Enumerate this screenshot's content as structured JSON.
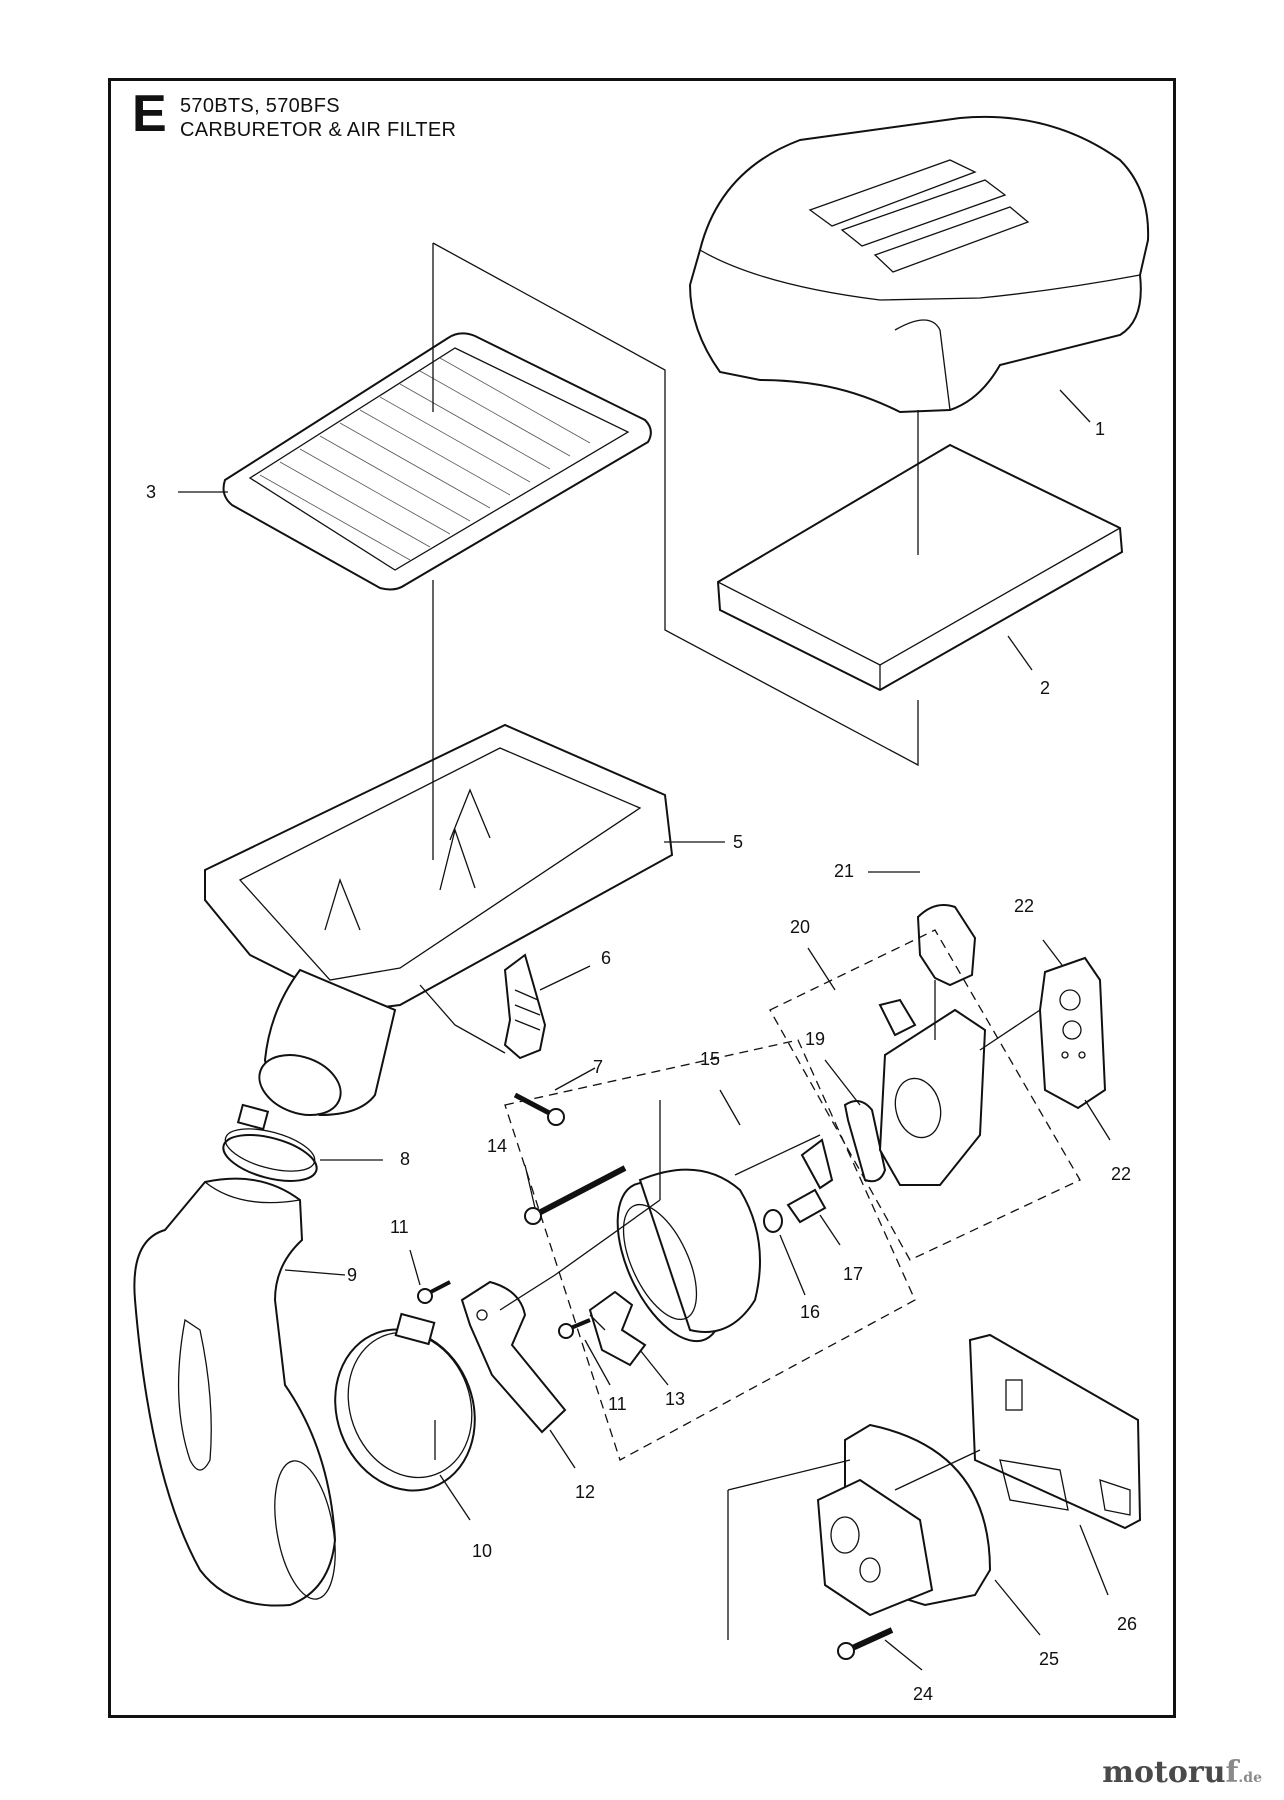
{
  "header": {
    "section_letter": "E",
    "models": "570BTS, 570BFS",
    "title": "CARBURETOR & AIR FILTER"
  },
  "callouts": {
    "c1": "1",
    "c2": "2",
    "c3": "3",
    "c5": "5",
    "c6": "6",
    "c7": "7",
    "c8": "8",
    "c9": "9",
    "c10": "10",
    "c11a": "11",
    "c11b": "11",
    "c12": "12",
    "c13": "13",
    "c14": "14",
    "c15": "15",
    "c16": "16",
    "c17": "17",
    "c19": "19",
    "c20": "20",
    "c21": "21",
    "c22a": "22",
    "c22b": "22",
    "c24": "24",
    "c25": "25",
    "c26": "26"
  },
  "watermark": {
    "main": "motoru",
    "accent": "f",
    "tld": ".de"
  }
}
